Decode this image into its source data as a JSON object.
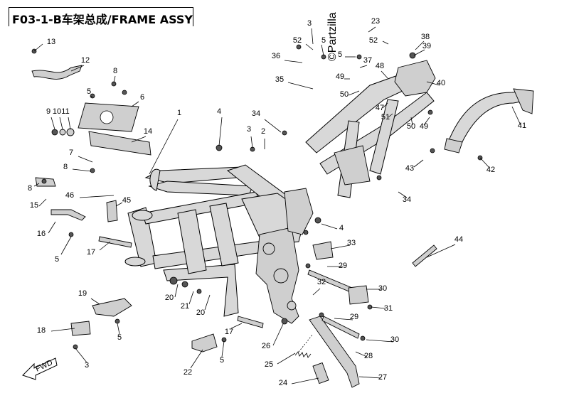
{
  "title": "F03-1-B车架总成/FRAME ASSY",
  "watermark": "©Partzilla",
  "direction_label": "FWD",
  "callouts": [
    "1",
    "2",
    "3",
    "4",
    "5",
    "6",
    "7",
    "8",
    "9",
    "10",
    "11",
    "12",
    "13",
    "14",
    "15",
    "16",
    "17",
    "18",
    "19",
    "20",
    "21",
    "22",
    "23",
    "24",
    "25",
    "26",
    "27",
    "28",
    "29",
    "30",
    "31",
    "32",
    "33",
    "34",
    "35",
    "36",
    "37",
    "38",
    "39",
    "40",
    "41",
    "42",
    "43",
    "44",
    "45",
    "46",
    "47",
    "48",
    "49",
    "50",
    "51",
    "52"
  ]
}
